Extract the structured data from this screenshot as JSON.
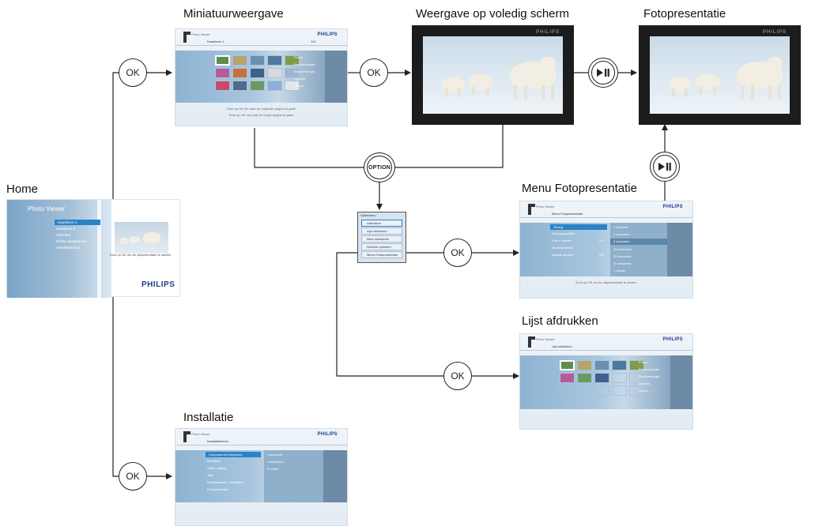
{
  "titles": {
    "home": "Home",
    "thumbnail": "Miniatuurweergave",
    "fullscreen": "Weergave op voledig scherm",
    "slideshow": "Fotopresentatie",
    "slideshow_menu": "Menu Fotopresentatie",
    "print_list": "Lijst afdrukken",
    "setup": "Installatie"
  },
  "nodes": {
    "ok": "OK",
    "option": "OPTION"
  },
  "home": {
    "app_title": "Photo Viewer",
    "items": [
      "Kaartlezer 1",
      "Kaartlezer 2",
      "USB-disc",
      "Printer aangesloten",
      "Installatiemenu"
    ],
    "hint": "Druk op OK om de diapresentatie te starten",
    "brand": "PHILIPS"
  },
  "thumbnail_screen": {
    "app": "Photo Viewer",
    "brand": "PHILIPS",
    "sub": "Kaartlezer 1",
    "page": "1/4",
    "menu": [
      "Foto's",
      "Randverzorger",
      "Randverzorger",
      "Opstelle",
      "Datum"
    ],
    "foot1": "Druk op OK om naar de volgende pagina te gaan",
    "foot2": "Druk op OK om naar de vorige pagina te gaan"
  },
  "full_tag": "PHILIPS",
  "options_menu": {
    "title": "Optiemenu",
    "items": [
      "Afdrukken",
      "Lijst afdrukken",
      "Alles selecteren",
      "Selectie opheffen",
      "Menu Fotopresentatie"
    ]
  },
  "slideshow_screen": {
    "app": "Photo Viewer",
    "brand": "PHILIPS",
    "sub": "Menu Fotopresentatie",
    "items": [
      "Timing",
      "Overgangseffect",
      "Foto's roteren",
      "Muziekselectie",
      "Muziek random"
    ],
    "values": [
      "",
      "",
      "Uit",
      "",
      "Uit"
    ],
    "right": [
      "1 seconde",
      "2 seconden",
      "5 seconden",
      "10 seconden",
      "20 seconden",
      "30 seconden",
      "1 minuut"
    ],
    "foot": "Druk op OK om de diapresentatie te starten"
  },
  "print_screen": {
    "app": "Photo Viewer",
    "brand": "PHILIPS",
    "sub": "Lijst afdrukken",
    "menu": [
      "Foto's",
      "Randverzorger",
      "Randverzorger",
      "Opstelle",
      "Datum"
    ]
  },
  "setup_screen": {
    "app": "Photo Viewer",
    "brand": "PHILIPS",
    "sub": "Installatiemenu",
    "items": [
      "Component/Component",
      "Beeldtaal",
      "Video-uitgang",
      "Taal",
      "Fabrieksinstell. Herstellen",
      "Firmwareversie"
    ],
    "right": [
      "Composite",
      "Component",
      "S-Video"
    ]
  },
  "colors": {
    "line": "#222222",
    "accent": "#2a83c7",
    "brand": "#1b3f86"
  }
}
